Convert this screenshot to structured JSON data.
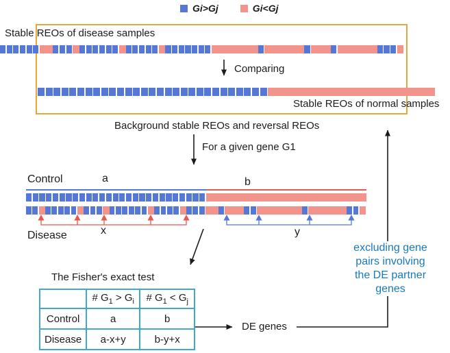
{
  "colors": {
    "reo_blue": "#5578D6",
    "reo_pink": "#F2938C",
    "box_orange": "#E5A63C",
    "bracket_red": "#E9574E",
    "bracket_blue": "#5578D6",
    "table_border_blue": "#3FA8CC",
    "note_text_blue": "#1878BE",
    "ink_black": "#1b1b1b"
  },
  "legend": {
    "items": [
      {
        "icon": "blue-square",
        "label": "Gi>Gj"
      },
      {
        "icon": "pink-square",
        "label": "Gi<Gj"
      }
    ]
  },
  "top_section": {
    "disease_label": "Stable REOs of disease samples",
    "normal_label": "Stable REOs of normal samples",
    "comparing_label": "Comparing"
  },
  "middle_section": {
    "background_label": "Background stable REOs and reversal REOs",
    "given_gene_label": "For a given gene G1",
    "control_label": "Control",
    "disease_label": "Disease",
    "region_a": "a",
    "region_b": "b",
    "region_x": "x",
    "region_y": "y"
  },
  "fisher": {
    "title": "The Fisher's exact test",
    "col1": {
      "pre": "# G",
      "sub1": "1",
      "mid": " > G",
      "sub2": "i"
    },
    "col2": {
      "pre": "# G",
      "sub1": "1",
      "mid": " < G",
      "sub2": "j"
    },
    "rows": [
      {
        "label": "Control",
        "c1": "a",
        "c2": "b"
      },
      {
        "label": "Disease",
        "c1": "a-x+y",
        "c2": "b-y+x"
      }
    ]
  },
  "output": {
    "de_genes_label": "DE genes",
    "excluding_lines": [
      "excluding gene",
      "pairs involving",
      "the DE partner",
      "genes"
    ]
  },
  "bars": {
    "disease_top": [
      [
        "b",
        6
      ],
      [
        "p",
        2
      ],
      [
        "b",
        3
      ],
      [
        "p",
        1
      ],
      [
        "b",
        6
      ],
      [
        "p",
        1
      ],
      [
        "b",
        5
      ],
      [
        "p",
        1
      ],
      [
        "b",
        7
      ],
      [
        "p",
        7
      ],
      [
        "b",
        1
      ],
      [
        "p",
        6
      ],
      [
        "b",
        1
      ],
      [
        "p",
        3
      ],
      [
        "b",
        1
      ],
      [
        "p",
        6
      ],
      [
        "b",
        3
      ],
      [
        "p",
        1
      ]
    ],
    "normal": [
      [
        "b",
        29
      ],
      [
        "p",
        21
      ]
    ],
    "control_row": [
      [
        "b",
        27
      ],
      [
        "p",
        24
      ]
    ],
    "disease_row": [
      [
        "b",
        2
      ],
      [
        "p",
        1
      ],
      [
        "b",
        5
      ],
      [
        "p",
        1
      ],
      [
        "b",
        3
      ],
      [
        "p",
        1
      ],
      [
        "b",
        6
      ],
      [
        "p",
        1
      ],
      [
        "b",
        4
      ],
      [
        "p",
        1
      ],
      [
        "b",
        3
      ],
      [
        "p",
        2
      ],
      [
        "b",
        1
      ],
      [
        "p",
        3
      ],
      [
        "b",
        2
      ],
      [
        "p",
        7
      ],
      [
        "b",
        1
      ],
      [
        "p",
        6
      ],
      [
        "b",
        2
      ],
      [
        "p",
        1
      ]
    ]
  }
}
